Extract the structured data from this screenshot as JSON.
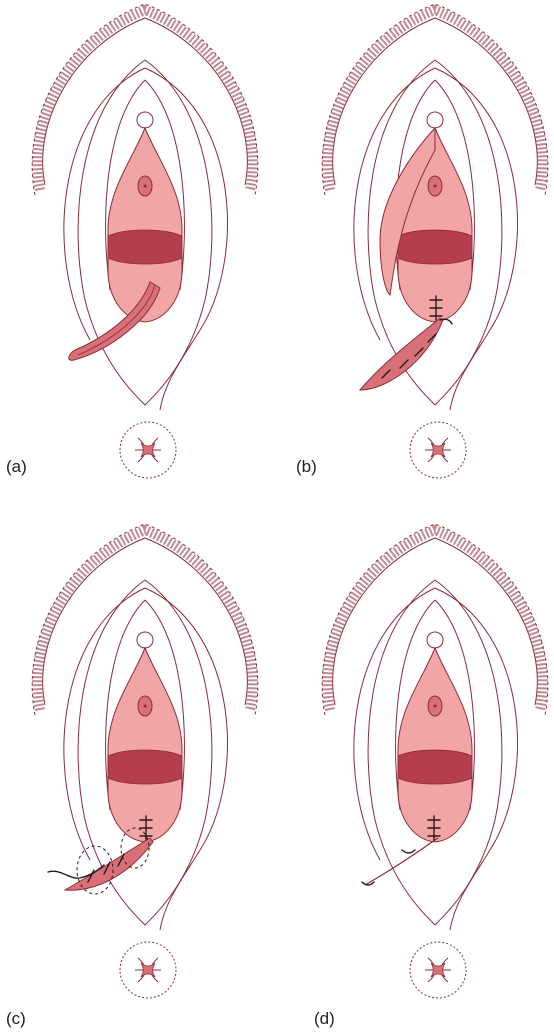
{
  "panels": [
    {
      "id": "a",
      "label": "(a)"
    },
    {
      "id": "b",
      "label": "(b)"
    },
    {
      "id": "c",
      "label": "(c)"
    },
    {
      "id": "d",
      "label": "(d)"
    }
  ],
  "colors": {
    "hair": "#8b2b3a",
    "outline": "#8b2b3a",
    "tissue": "#f2a5a5",
    "tissue_dark": "#b53e4c",
    "flap": "#d87078",
    "stitch": "#2a1a1a",
    "background": "#ffffff"
  }
}
